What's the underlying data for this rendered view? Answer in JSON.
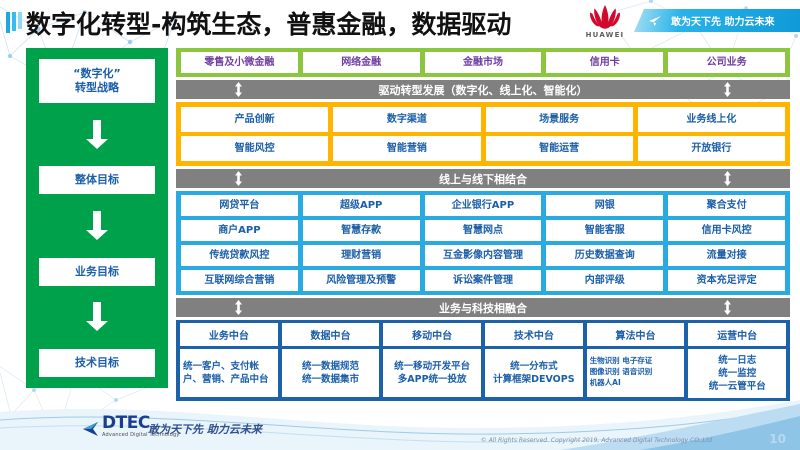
{
  "header": {
    "title": "数字化转型-构筑生态，普惠金融，数据驱动",
    "brand": "HUAWEI",
    "slogan": "敢为天下先 助力云未来"
  },
  "strategy": {
    "items": [
      {
        "label": "“数字化”\n转型战略"
      },
      {
        "label": "整体目标"
      },
      {
        "label": "业务目标"
      },
      {
        "label": "技术目标"
      }
    ]
  },
  "business_lines": {
    "cells": [
      "零售及小微金融",
      "网络金融",
      "金融市场",
      "信用卡",
      "公司业务"
    ]
  },
  "connector_1": {
    "label": "驱动转型发展（数字化、线上化、智能化）"
  },
  "transformation": {
    "row1": [
      "产品创新",
      "数字渠道",
      "场景服务",
      "业务线上化"
    ],
    "row2": [
      "智能风控",
      "智能营销",
      "智能运营",
      "开放银行"
    ]
  },
  "connector_2": {
    "label": "线上与线下相结合"
  },
  "channels": {
    "row1": [
      "网贷平台",
      "超级APP",
      "企业银行APP",
      "网银",
      "聚合支付"
    ],
    "row2": [
      "商户APP",
      "智慧存款",
      "智慧网点",
      "智能客服",
      "信用卡风控"
    ],
    "row3": [
      "传统贷款风控",
      "理财营销",
      "互金影像内容管理",
      "历史数据查询",
      "流量对接"
    ],
    "row4": [
      "互联网综合营销",
      "风险管理及预警",
      "诉讼案件管理",
      "内部评级",
      "资本充足评定"
    ]
  },
  "connector_3": {
    "label": "业务与科技相融合"
  },
  "platforms": {
    "columns": [
      {
        "head": "业务中台",
        "body": "统一客户、支付帐户、营销、产品中台",
        "style": "left"
      },
      {
        "head": "数据中台",
        "body": "统一数据规范\n统一数据集市",
        "style": "center"
      },
      {
        "head": "移动中台",
        "body": "统一移动开发平台\n多APP统一投放",
        "style": "center"
      },
      {
        "head": "技术中台",
        "body": "统一分布式\n计算框架DEVOPS",
        "style": "center"
      },
      {
        "head": "算法中台",
        "body": "生物识别 电子存证\n图像识别 语音识别\n机器人AI",
        "style": "tiny"
      },
      {
        "head": "运营中台",
        "body": "统一日志\n统一监控\n统一云管平台",
        "style": "center"
      }
    ]
  },
  "footer": {
    "logo_name": "DTEC",
    "logo_sub": "Advanced Digital Technology",
    "slogan": "敢为天下先  助力云未来",
    "copyright": "© All Rights Reserved. Copyright 2019, Advanced Digital Technology CO.,Ltd",
    "page_number": "10"
  },
  "colors": {
    "green_strategy": "#00a14b",
    "green_band": "#8cc63e",
    "orange_band": "#ffb500",
    "blue_band": "#29abe2",
    "navy_band": "#1b62ab",
    "grey_bar": "#808080",
    "purple_text": "#6f3fa0",
    "blue_text": "#1b5fa8",
    "huawei_red": "#cf0a2c"
  }
}
